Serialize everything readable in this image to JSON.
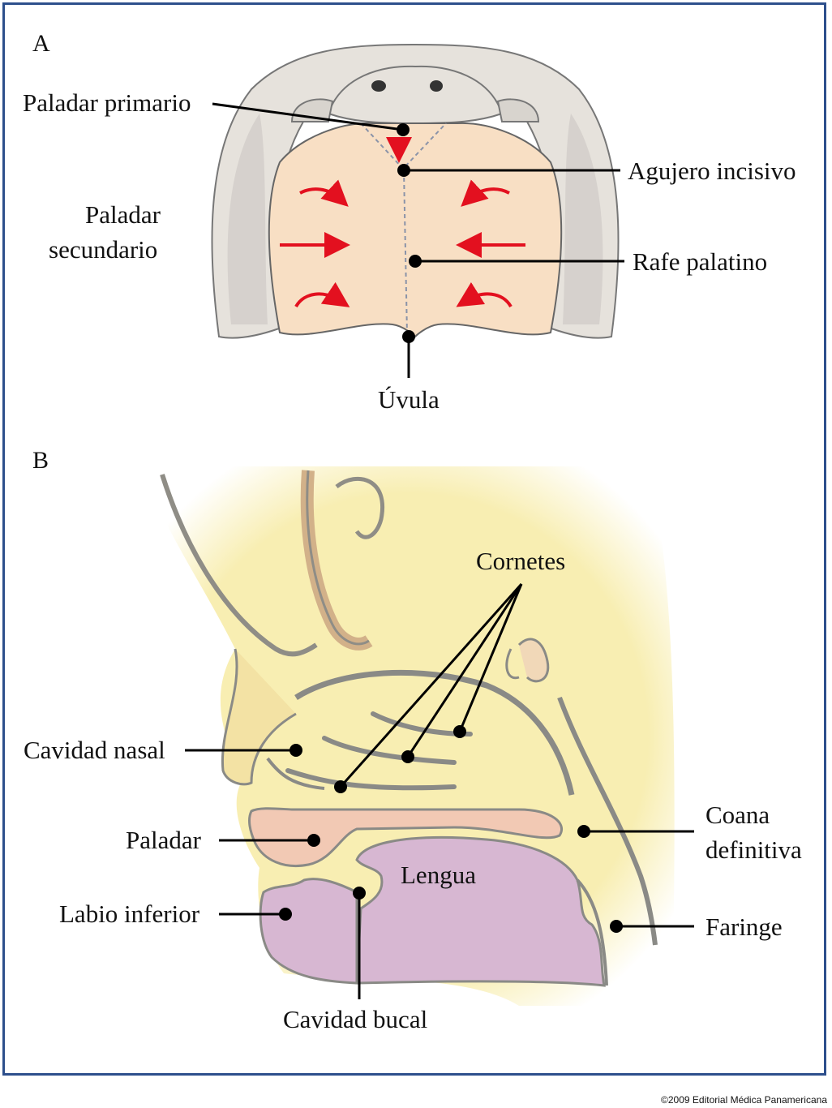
{
  "panel_a": {
    "letter": "A",
    "labels": {
      "paladar_primario": "Paladar primario",
      "agujero_incisivo": "Agujero incisivo",
      "paladar_secundario_1": "Paladar",
      "paladar_secundario_2": "secundario",
      "rafe_palatino": "Rafe palatino",
      "uvula": "Úvula"
    }
  },
  "panel_b": {
    "letter": "B",
    "labels": {
      "cornetes": "Cornetes",
      "cavidad_nasal": "Cavidad nasal",
      "paladar": "Paladar",
      "coana_1": "Coana",
      "coana_2": "definitiva",
      "lengua": "Lengua",
      "labio_inferior": "Labio inferior",
      "faringe": "Faringe",
      "cavidad_bucal": "Cavidad bucal"
    }
  },
  "copyright": "©2009 Editorial Médica Panamericana",
  "colors": {
    "frame": "#2d4f8c",
    "arrow": "#e3101f",
    "palate_tissue": "#f8dfc4",
    "outer_tissue": "#e6e2dc",
    "sagittal_tissue": "#f8eeb2",
    "tongue": "#d7b7d2",
    "palate_sagittal": "#f2c9b4"
  }
}
